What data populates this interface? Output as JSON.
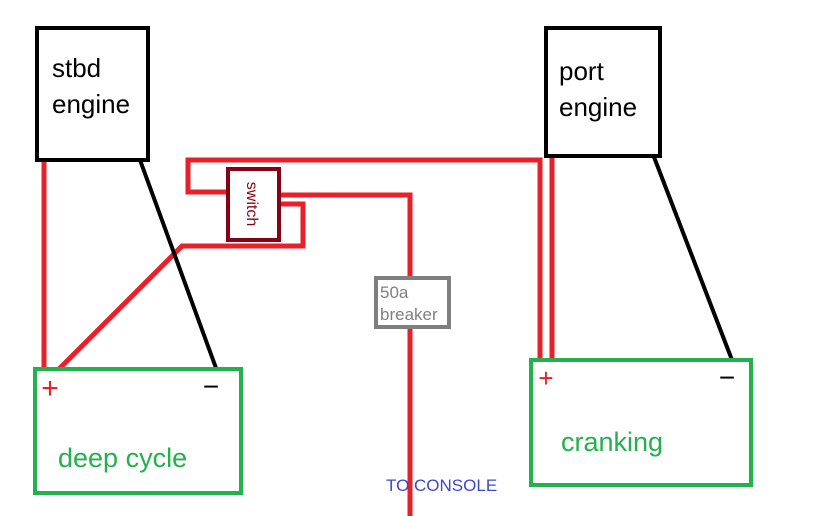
{
  "components": {
    "stbd_engine": {
      "line1": "stbd",
      "line2": "engine"
    },
    "port_engine": {
      "line1": "port",
      "line2": "engine"
    },
    "deep_cycle_battery": {
      "label": "deep cycle",
      "positive": "+",
      "negative": "−"
    },
    "cranking_battery": {
      "label": "cranking",
      "positive": "+",
      "negative": "−"
    },
    "switch": {
      "label": "switch"
    },
    "breaker": {
      "line1": "50a",
      "line2": "breaker"
    },
    "console": {
      "label": "TO CONSOLE"
    }
  },
  "colors": {
    "positive_wire": "#e8202a",
    "negative_wire": "#000000",
    "battery_outline": "#22b14c",
    "switch_outline": "#880015",
    "breaker_outline": "#7f7f7f",
    "console_text": "#3f48cc"
  }
}
